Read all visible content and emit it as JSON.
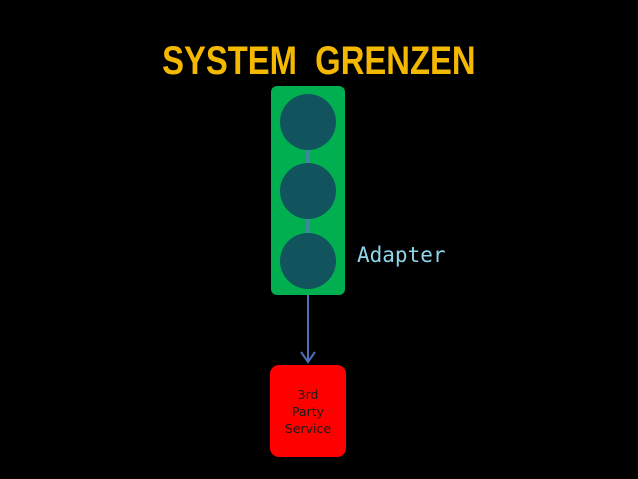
{
  "slide": {
    "title": "SYSTEM  GRENZEN",
    "adapter_label": "Adapter",
    "service_lines": [
      "3rd",
      "Party",
      "Service"
    ]
  },
  "colors": {
    "background": "#000000",
    "title": "#F5B800",
    "boundary_green": "#00B050",
    "node_fill": "#12545E",
    "connector": "#3D88A0",
    "arrow": "#4F6FB5",
    "service_red": "#FF0000",
    "adapter_text": "#8FD6EA"
  },
  "diagram": {
    "nodes": [
      "node-top",
      "node-middle",
      "node-adapter"
    ],
    "edges": [
      {
        "from": "node-top",
        "to": "node-middle"
      },
      {
        "from": "node-middle",
        "to": "node-adapter"
      },
      {
        "from": "node-adapter",
        "to": "third-party-service"
      }
    ]
  }
}
